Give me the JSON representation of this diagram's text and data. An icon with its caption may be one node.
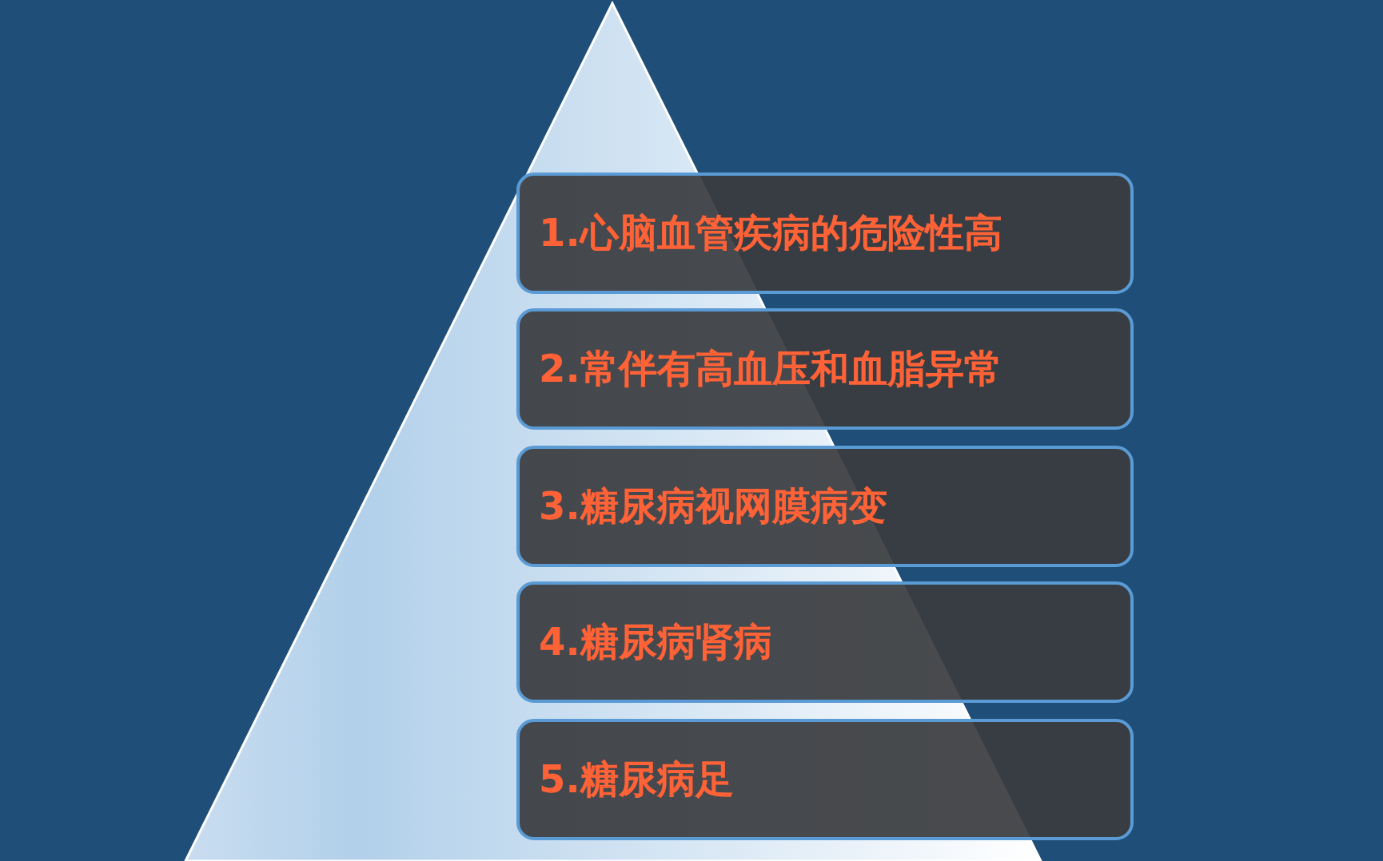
{
  "diagram": {
    "nodes": [
      {
        "text": [
          "1.心脑血管疾病的危险性高"
        ]
      },
      {
        "text": [
          "2.常伴有高血压和血脂异常"
        ]
      },
      {
        "text": [
          "3.糖尿病视网膜病变"
        ]
      },
      {
        "text": [
          "4.糖尿病肾病"
        ]
      },
      {
        "text": [
          "5.糖尿病足"
        ]
      }
    ]
  }
}
